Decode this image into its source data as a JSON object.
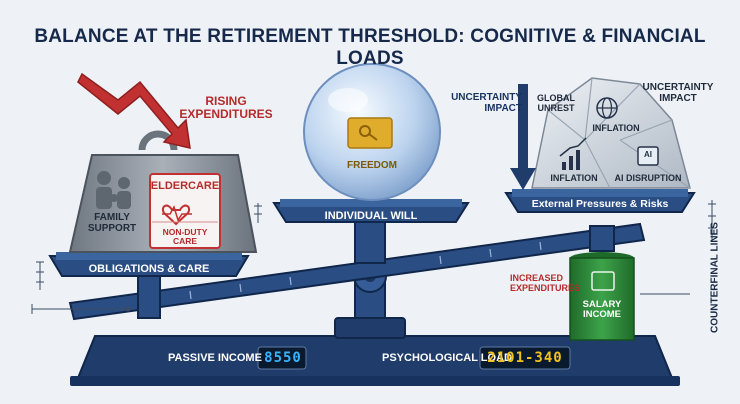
{
  "title": "BALANCE AT THE RETIREMENT THRESHOLD: COGNITIVE & FINANCIAL LOADS",
  "left": {
    "arrow_label": "RISING\nEXPENDITURES",
    "weight_label": "FAMILY\nSUPPORT",
    "card_title": "ELDERCARE",
    "card_sub": "NON-DUTY CARE",
    "platform_label": "OBLIGATIONS & CARE"
  },
  "center": {
    "orb_label": "FREEDOM",
    "platform_label": "INDIVIDUAL WILL"
  },
  "right": {
    "arrow_label": "UNCERTAINTY\nIMPACT",
    "rocks": [
      {
        "label": "GLOBAL\nUNREST"
      },
      {
        "label": "UNCERTAINTY\nIMPACT"
      },
      {
        "label": "INFLATION"
      },
      {
        "label": "INFLATION"
      },
      {
        "label": "AI DISRUPTION"
      }
    ],
    "platform_label": "External Pressures & Risks",
    "side_label": "INCREASED\nEXPENDITURES",
    "can_label": "SALARY\nINCOME",
    "vertical_label": "COUNTERFINAL LINES"
  },
  "base": {
    "passive_label": "PASSIVE INCOME",
    "passive_value": "8550",
    "psych_label": "PSYCHOLOGICAL LOAD",
    "psych_value": "2101-340"
  },
  "colors": {
    "navy": "#1f3c6b",
    "red": "#c23131",
    "orb": "#bcd3ee",
    "can": "#2f8a3a",
    "gray": "#8a929c"
  }
}
